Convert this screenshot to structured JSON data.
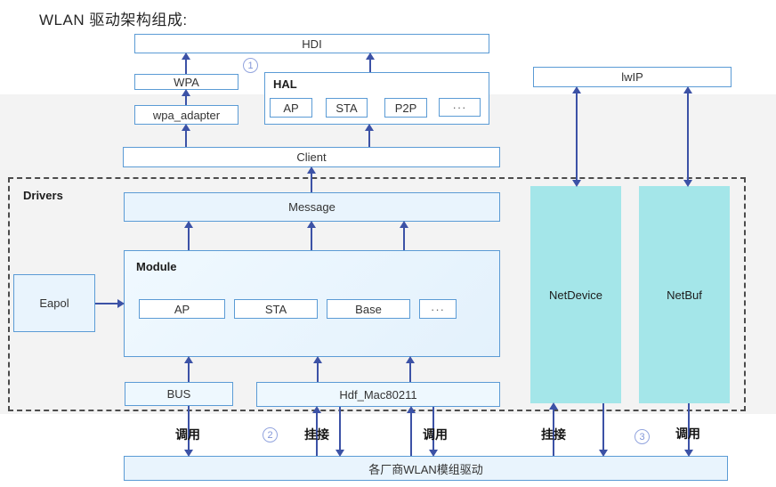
{
  "title": "WLAN 驱动架构组成:",
  "colors": {
    "box_border": "#5b9bd5",
    "arrow": "#3c52a6",
    "teal_fill": "#a4e6e9",
    "light_blue_fill": "#e9f4fd",
    "gray_band": "#f3f3f3"
  },
  "nodes": {
    "hdi": "HDI",
    "wpa": "WPA",
    "wpa_adapter": "wpa_adapter",
    "hal": {
      "label": "HAL",
      "items": [
        "AP",
        "STA",
        "P2P",
        "···"
      ]
    },
    "client": "Client",
    "lwip": "lwIP",
    "drivers_region": "Drivers",
    "message": "Message",
    "module": {
      "label": "Module",
      "items": [
        "AP",
        "STA",
        "Base",
        "···"
      ]
    },
    "eapol": "Eapol",
    "bus": "BUS",
    "hdf_mac80211": "Hdf_Mac80211",
    "netdevice": "NetDevice",
    "netbuf": "NetBuf",
    "vendor_driver": "各厂商WLAN模组驱动"
  },
  "annotations": {
    "num1": "1",
    "num2": "2",
    "num3": "3",
    "labels": [
      "调用",
      "挂接",
      "调用",
      "挂接",
      "调用"
    ]
  }
}
